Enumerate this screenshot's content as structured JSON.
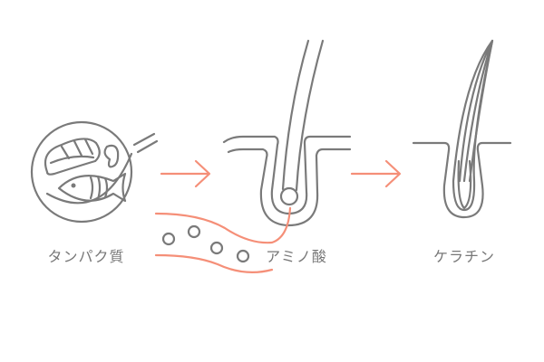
{
  "labels": {
    "protein": "タンパク質",
    "amino_acid": "アミノ酸",
    "keratin": "ケラチン"
  },
  "colors": {
    "line": "#7a7a7a",
    "accent": "#f58f78"
  },
  "icons": [
    "plate-with-fish-icon",
    "arrow-right-icon",
    "hair-follicle-icon",
    "blood-vessel-icon",
    "hair-keratin-icon"
  ]
}
